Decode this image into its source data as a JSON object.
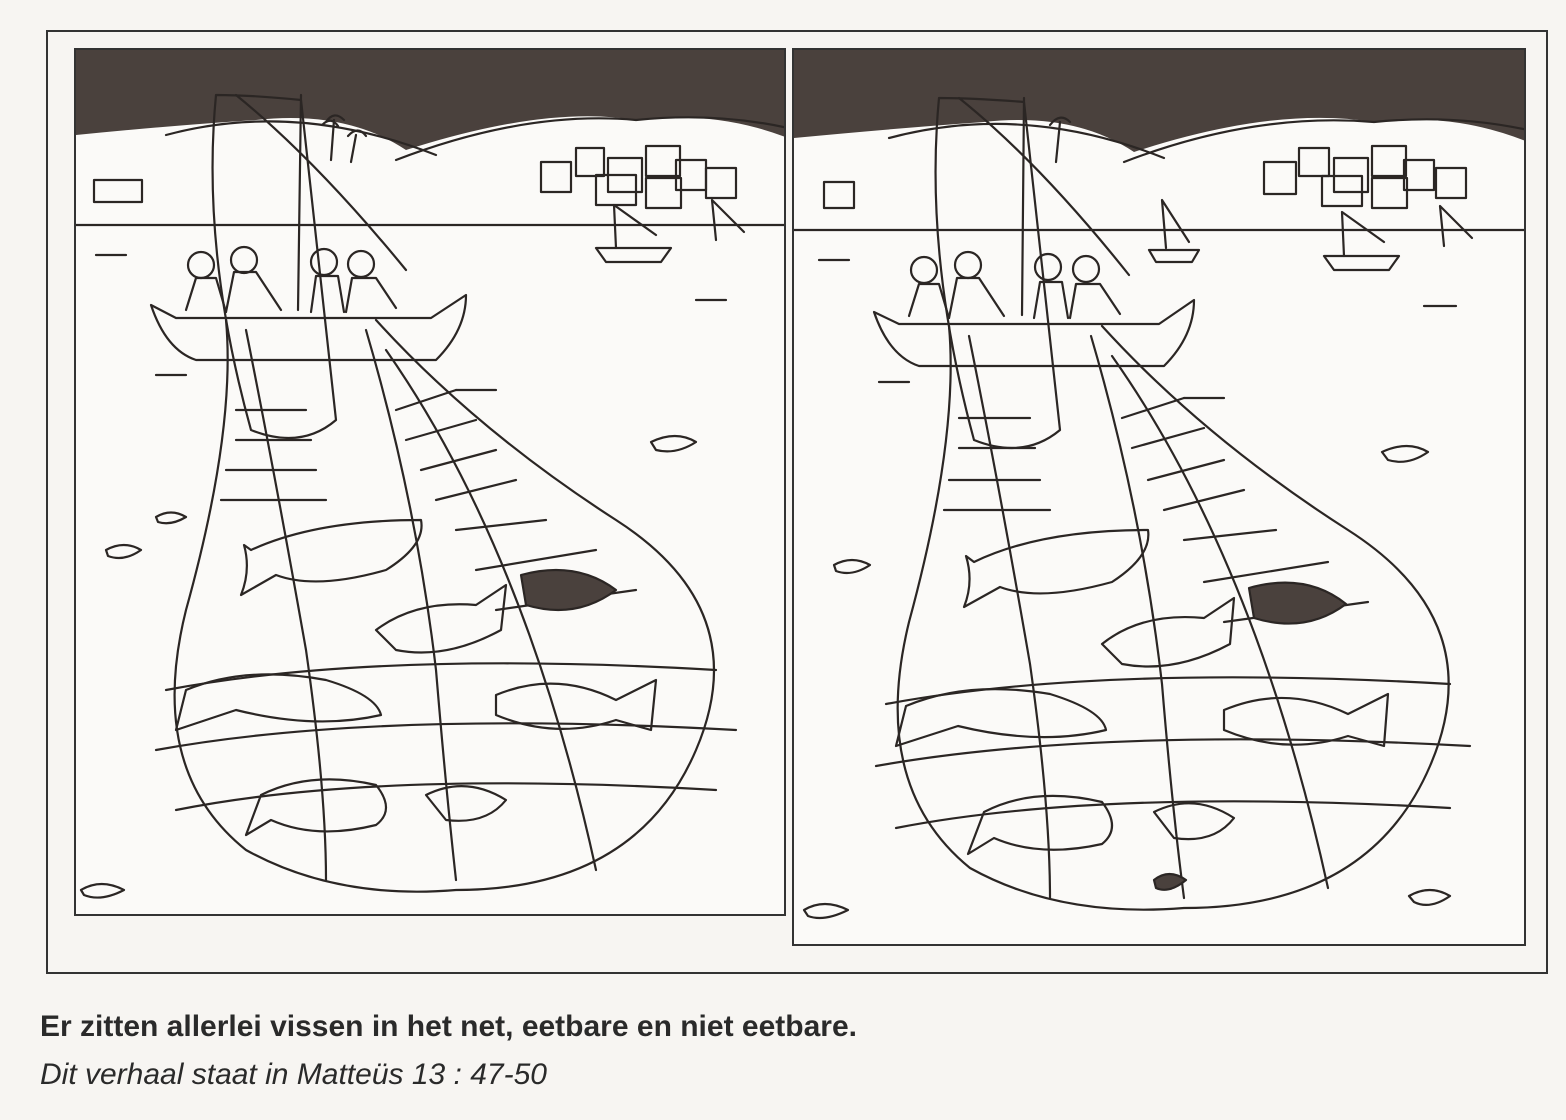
{
  "colors": {
    "ink": "#2b2624",
    "paper": "#fbfaf8",
    "sky": "#4a413d"
  },
  "puzzle": {
    "left_panel": {
      "picture": "fishing-net-scene"
    },
    "right_panel": {
      "picture": "fishing-net-scene-with-differences"
    }
  },
  "caption": {
    "main": "Er zitten allerlei vissen in het net, eetbare en niet eetbare.",
    "reference": "Dit verhaal staat in Matteüs 13 : 47-50"
  }
}
